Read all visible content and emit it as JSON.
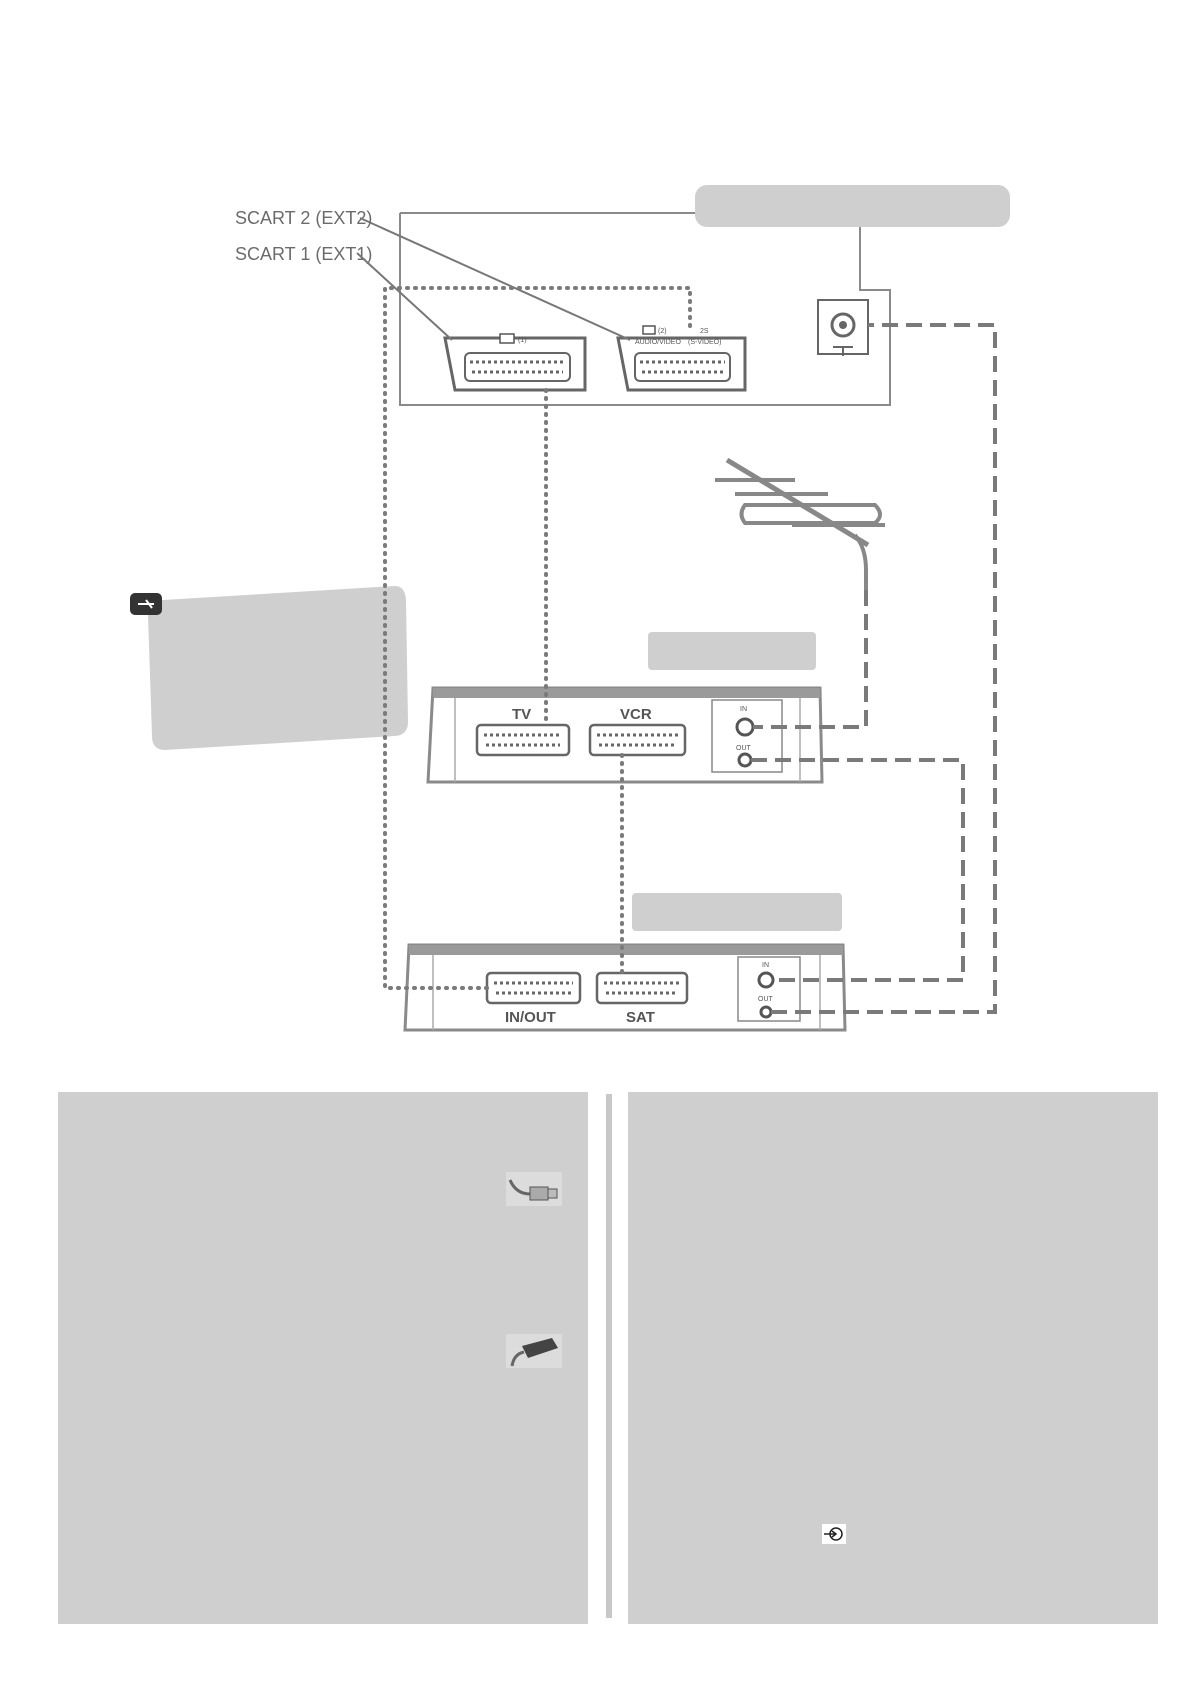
{
  "tv_panel": {
    "scart2_label": "SCART 2 (EXT2)",
    "scart1_label": "SCART 1 (EXT1)",
    "scart1_socket_label": "(1)",
    "scart2_socket_label": "(2)",
    "scart2_sub_label": "AUDIO/VIDEO",
    "svideo_label": "2S",
    "svideo_sub_label": "(S-VIDEO)"
  },
  "vcr": {
    "port_tv": "TV",
    "port_vcr": "VCR",
    "rf_in": "IN",
    "rf_out": "OUT"
  },
  "satellite": {
    "port_inout": "IN/OUT",
    "port_sat": "SAT",
    "rf_in": "IN",
    "rf_out": "OUT"
  },
  "colors": {
    "line": "#7a7a7a",
    "panel": "#cfcfd0",
    "label_box": "#cfcfd0",
    "device": "#9a9a9a"
  },
  "icons": [
    "note-hand-icon",
    "rf-cable-icon",
    "scart-cable-icon",
    "input-icon"
  ]
}
